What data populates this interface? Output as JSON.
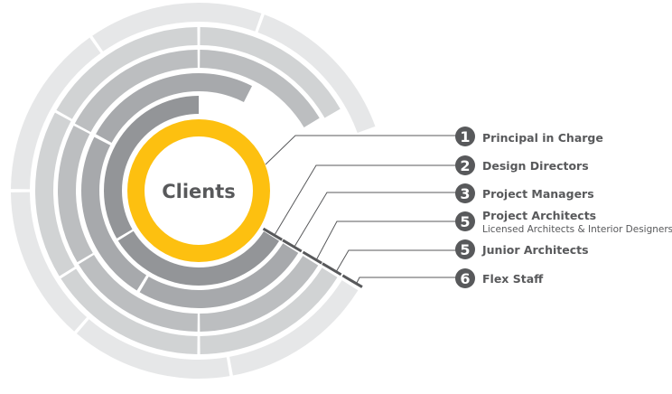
{
  "center": {
    "label": "Clients"
  },
  "colors": {
    "accent": "#fdc010",
    "text": "#58595b",
    "ring1": "#939598",
    "ring2": "#a7a9ac",
    "ring3": "#bcbec0",
    "ring4": "#d1d3d4",
    "ring5": "#e6e7e8"
  },
  "legend": [
    {
      "count": "1",
      "title": "Principal in Charge",
      "subtitle": ""
    },
    {
      "count": "2",
      "title": "Design Directors",
      "subtitle": ""
    },
    {
      "count": "3",
      "title": "Project Managers",
      "subtitle": ""
    },
    {
      "count": "5",
      "title": "Project Architects",
      "subtitle": "Licensed Architects & Interior Designers"
    },
    {
      "count": "5",
      "title": "Junior Architects",
      "subtitle": ""
    },
    {
      "count": "6",
      "title": "Flex Staff",
      "subtitle": ""
    }
  ]
}
